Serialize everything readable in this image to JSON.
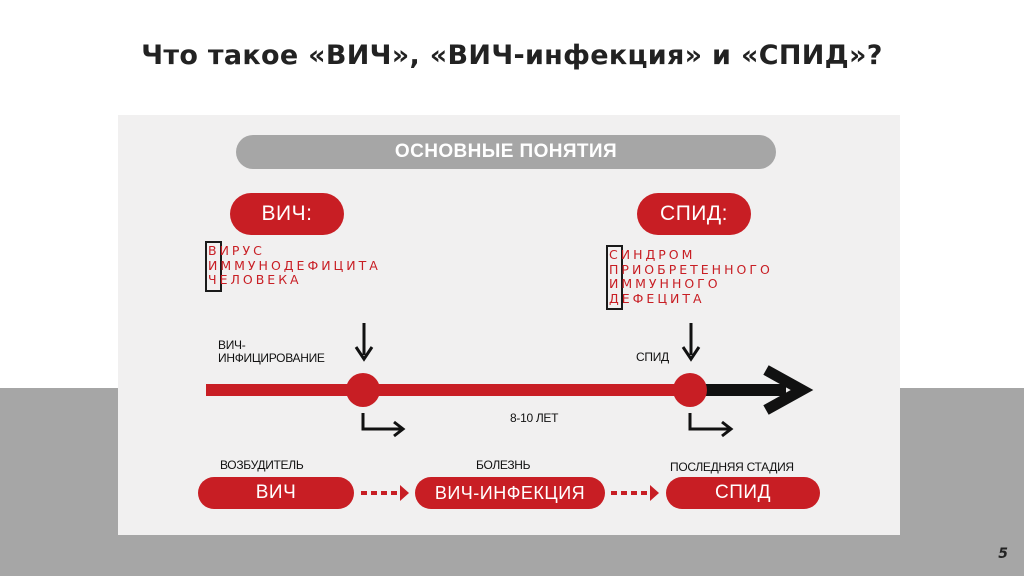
{
  "slide": {
    "title": "Что такое «ВИЧ», «ВИЧ-инфекция» и «СПИД»?",
    "page_number": "5"
  },
  "diagram": {
    "header": "ОСНОВНЫЕ ПОНЯТИЯ",
    "hiv": {
      "label": "ВИЧ:",
      "acronym_lines": [
        {
          "first": "В",
          "rest": "ИРУС"
        },
        {
          "first": "И",
          "rest": "ММУНОДЕФИЦИТА"
        },
        {
          "first": "Ч",
          "rest": "ЕЛОВЕКА"
        }
      ]
    },
    "aids": {
      "label": "СПИД:",
      "acronym_lines": [
        {
          "first": "С",
          "rest": "ИНДРОМ"
        },
        {
          "first": "П",
          "rest": "РИОБРЕТЕННОГО"
        },
        {
          "first": "И",
          "rest": "ММУННОГО"
        },
        {
          "first": "Д",
          "rest": "ЕФЕЦИТА"
        }
      ]
    },
    "timeline": {
      "infection_label_line1": "ВИЧ-",
      "infection_label_line2": "ИНФИЦИРОВАНИЕ",
      "aids_label": "СПИД",
      "duration_label": "8-10 ЛЕТ"
    },
    "bottom": {
      "pathogen_caption": "ВОЗБУДИТЕЛЬ",
      "pathogen_pill": "ВИЧ",
      "disease_caption": "БОЛЕЗНЬ",
      "disease_pill": "ВИЧ-ИНФЕКЦИЯ",
      "final_caption": "ПОСЛЕДНЯЯ СТАДИЯ",
      "final_pill": "СПИД"
    }
  },
  "colors": {
    "red": "#c81e24",
    "gray": "#a6a6a6",
    "dark": "#111111"
  }
}
